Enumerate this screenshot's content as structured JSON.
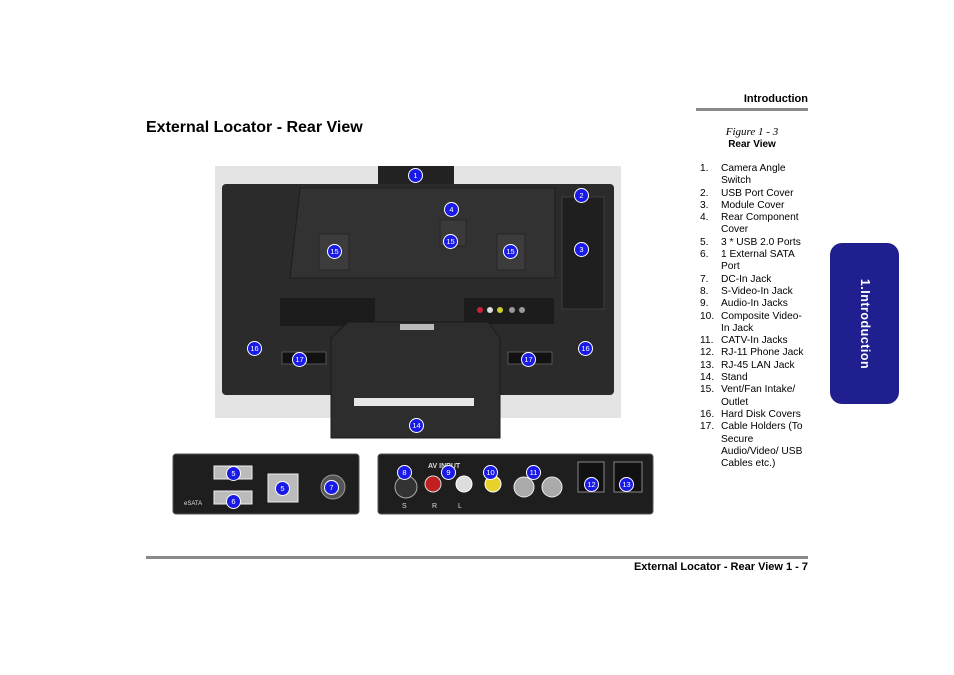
{
  "header": {
    "section": "Introduction"
  },
  "title": "External Locator - Rear View",
  "figure": {
    "number": "Figure 1 - 3",
    "caption": "Rear View"
  },
  "legend": [
    {
      "num": "1.",
      "text": "Camera Angle Switch"
    },
    {
      "num": "2.",
      "text": "USB Port Cover"
    },
    {
      "num": "3.",
      "text": "Module Cover"
    },
    {
      "num": "4.",
      "text": "Rear Component Cover"
    },
    {
      "num": "5.",
      "text": "3 * USB 2.0 Ports"
    },
    {
      "num": "6.",
      "text": "1 External SATA Port"
    },
    {
      "num": "7.",
      "text": "DC-In Jack"
    },
    {
      "num": "8.",
      "text": "S-Video-In Jack"
    },
    {
      "num": "9.",
      "text": "Audio-In Jacks"
    },
    {
      "num": "10.",
      "text": "Composite Video-In Jack"
    },
    {
      "num": "11.",
      "text": "CATV-In Jacks"
    },
    {
      "num": "12.",
      "text": "RJ-11 Phone Jack"
    },
    {
      "num": "13.",
      "text": "RJ-45 LAN Jack"
    },
    {
      "num": "14.",
      "text": "Stand"
    },
    {
      "num": "15.",
      "text": "Vent/Fan Intake/ Outlet"
    },
    {
      "num": "16.",
      "text": "Hard Disk Covers"
    },
    {
      "num": "17.",
      "text": "Cable Holders (To Secure Audio/Video/ USB Cables etc.)"
    }
  ],
  "callouts": [
    "1",
    "2",
    "3",
    "4",
    "5",
    "6",
    "7",
    "8",
    "9",
    "10",
    "11",
    "12",
    "13",
    "14",
    "15",
    "16",
    "17"
  ],
  "panel_labels": {
    "esata": "eSATA",
    "av_input": "AV INPUT",
    "svideo": "S",
    "audio_r": "R",
    "audio_l": "L"
  },
  "side_tab": "1.Introduction",
  "footer": "External Locator - Rear View 1 - 7",
  "colors": {
    "callout": "#1a1ae6",
    "side_tab": "#1f1f8f",
    "rule": "#8a8a8a",
    "device": "#2a2a2a"
  }
}
